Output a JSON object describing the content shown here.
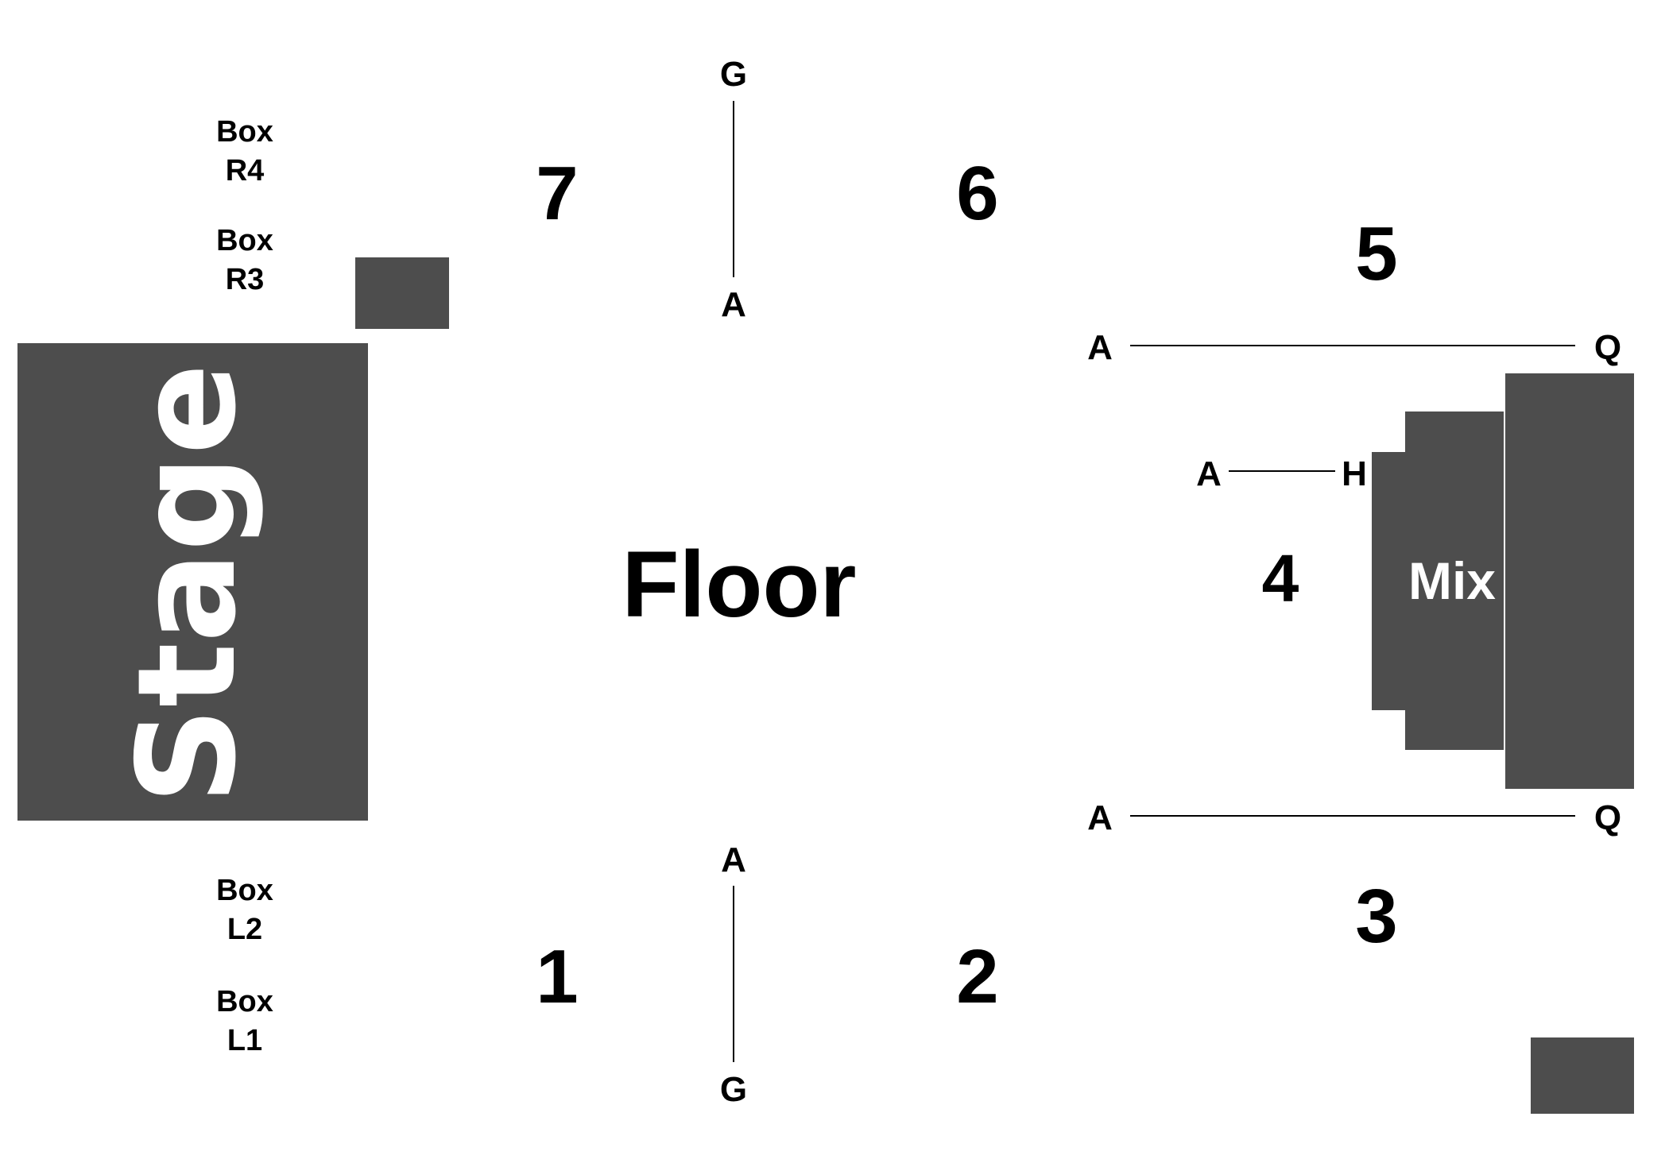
{
  "colors": {
    "block": "#4d4d4d",
    "background": "#ffffff",
    "text": "#000000"
  },
  "stage": {
    "label": "Stage"
  },
  "floor": {
    "label": "Floor"
  },
  "mix": {
    "label": "Mix"
  },
  "boxes": {
    "r4": {
      "line1": "Box",
      "line2": "R4"
    },
    "r3": {
      "line1": "Box",
      "line2": "R3"
    },
    "l2": {
      "line1": "Box",
      "line2": "L2"
    },
    "l1": {
      "line1": "Box",
      "line2": "L1"
    }
  },
  "sections": {
    "s1": "1",
    "s2": "2",
    "s3": "3",
    "s4": "4",
    "s5": "5",
    "s6": "6",
    "s7": "7"
  },
  "rows": {
    "top_aisle": {
      "start": "G",
      "end": "A"
    },
    "bottom_aisle": {
      "start": "A",
      "end": "G"
    },
    "sec5_row": {
      "start": "A",
      "end": "Q"
    },
    "sec4_row": {
      "start": "A",
      "end": "H"
    },
    "sec3_row": {
      "start": "A",
      "end": "Q"
    }
  }
}
